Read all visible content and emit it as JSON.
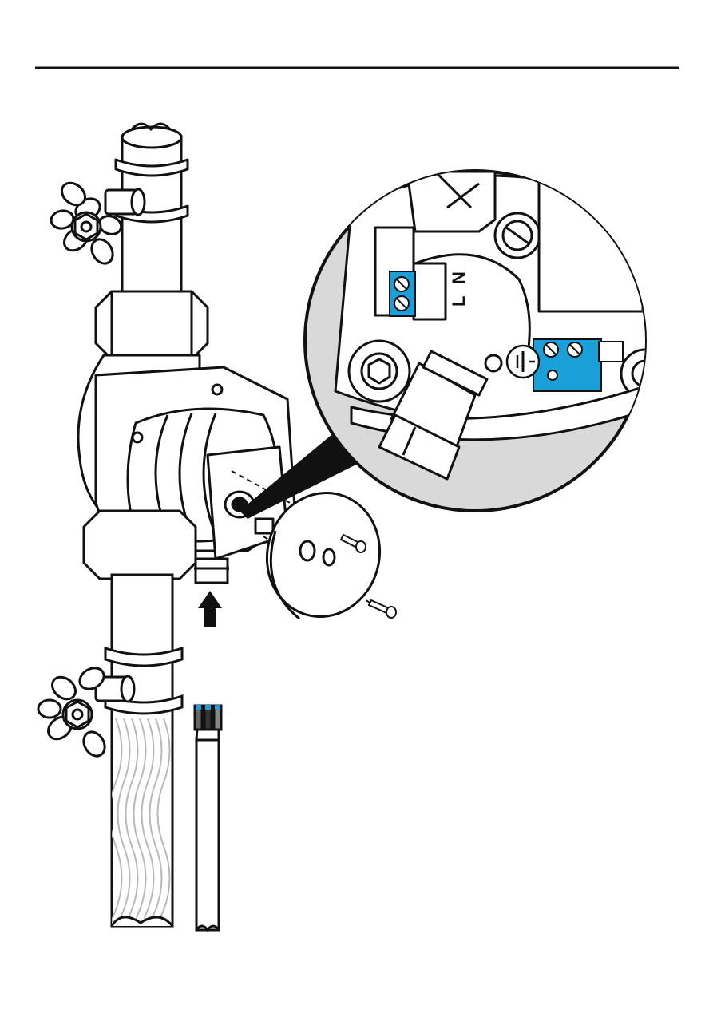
{
  "colors": {
    "ink": "#111111",
    "terminal_blue": "#1a9fd9",
    "wood_gray": "#b9b9b9",
    "shade_gray": "#d9d9d9",
    "paper": "#ffffff"
  },
  "detail": {
    "line_label": "L",
    "neutral_label": "N",
    "earth_symbol": "earth-symbol"
  }
}
